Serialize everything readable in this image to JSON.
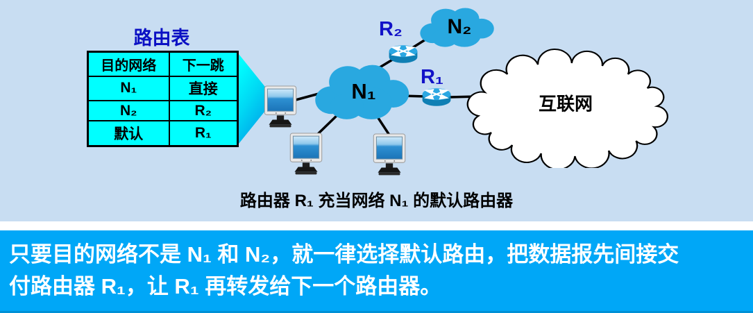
{
  "colors": {
    "background": "#c8ddf2",
    "table_bg": "#00ffff",
    "banner_bg": "#00a7f7",
    "network_cloud_blue": "#29a8e0",
    "label_dark_blue": "#1212c8",
    "table_title_blue": "#0b10c4"
  },
  "routing_table": {
    "title": "路由表",
    "headers": [
      "目的网络",
      "下一跳"
    ],
    "rows": [
      [
        "N₁",
        "直接"
      ],
      [
        "N₂",
        "R₂"
      ],
      [
        "默认",
        "R₁"
      ]
    ]
  },
  "diagram": {
    "n1_label": "N₁",
    "n2_label": "N₂",
    "r1_label": "R₁",
    "r2_label": "R₂",
    "internet_label": "互联网",
    "caption": "路由器 R₁ 充当网络 N₁ 的默认路由器"
  },
  "banner": {
    "lines": [
      "只要目的网络不是 N₁ 和 N₂，就一律选择默认路由，把数据报先间接交",
      "付路由器 R₁，让 R₁ 再转发给下一个路由器。"
    ]
  }
}
